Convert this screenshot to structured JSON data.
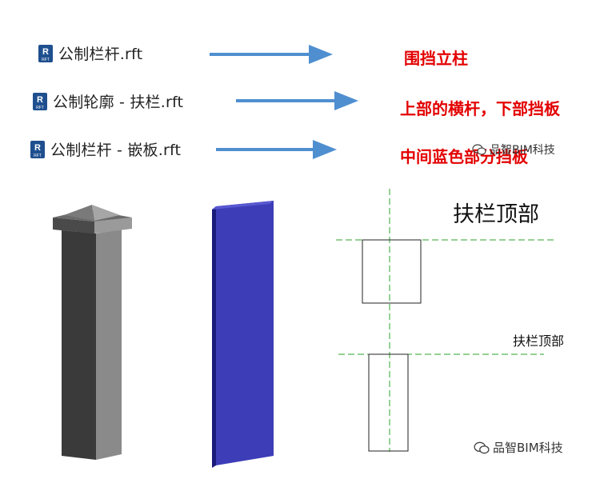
{
  "rows": [
    {
      "file": "公制栏杆.rft",
      "description": "围挡立柱"
    },
    {
      "file": "公制轮廓 - 扶栏.rft",
      "description": "上部的横杆，下部挡板"
    },
    {
      "file": "公制栏杆 - 嵌板.rft",
      "description": "中间蓝色部分挡板"
    }
  ],
  "icon_label": "RFT",
  "profile": {
    "title_large": "扶栏顶部",
    "title_small": "扶栏顶部"
  },
  "watermark": "品智BIM科技",
  "colors": {
    "arrow": "#4f8fd0",
    "description_red": "#e30000",
    "post_dark": "#3a3a3a",
    "post_light": "#8a8a8a",
    "panel_blue": "#3d3db8",
    "panel_edge": "#1a1a7a",
    "guide_green": "#2ea32e"
  }
}
